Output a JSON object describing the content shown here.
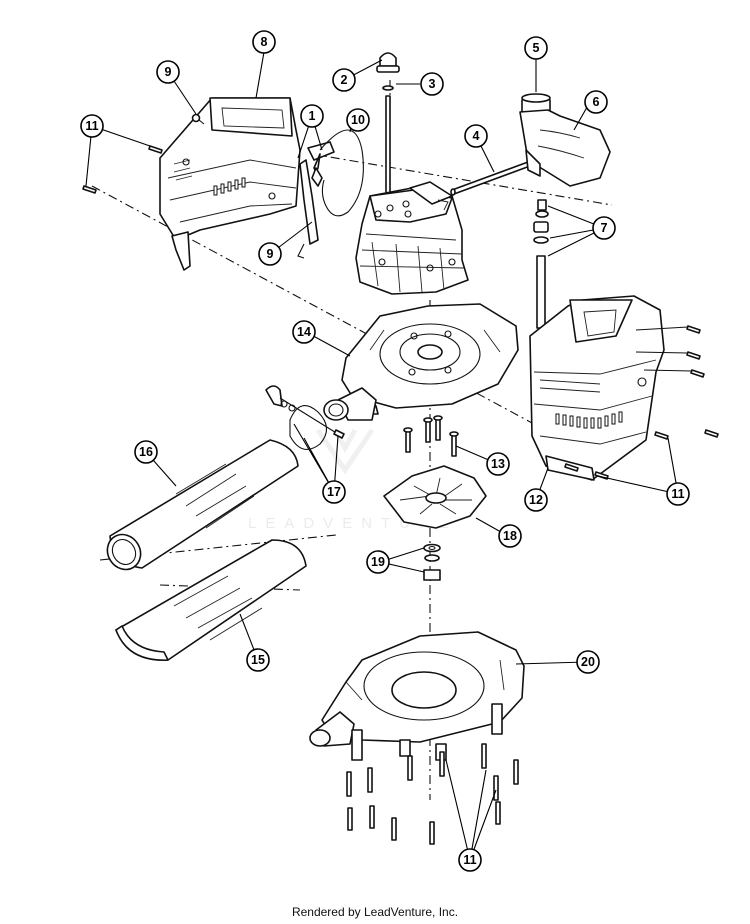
{
  "callouts": [
    {
      "label": "1"
    },
    {
      "label": "2"
    },
    {
      "label": "3"
    },
    {
      "label": "4"
    },
    {
      "label": "5"
    },
    {
      "label": "6"
    },
    {
      "label": "7"
    },
    {
      "label": "8"
    },
    {
      "label": "9"
    },
    {
      "label": "9"
    },
    {
      "label": "10"
    },
    {
      "label": "11"
    },
    {
      "label": "11"
    },
    {
      "label": "11"
    },
    {
      "label": "12"
    },
    {
      "label": "13"
    },
    {
      "label": "14"
    },
    {
      "label": "15"
    },
    {
      "label": "16"
    },
    {
      "label": "17"
    },
    {
      "label": "18"
    },
    {
      "label": "19"
    },
    {
      "label": "20"
    }
  ],
  "watermark": {
    "text": "LEADVENTURE"
  },
  "footer": {
    "text": "Rendered by LeadVenture, Inc."
  }
}
